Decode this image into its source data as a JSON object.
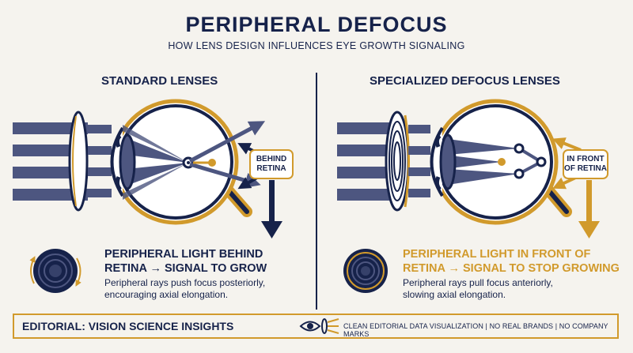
{
  "header": {
    "title": "PERIPHERAL DEFOCUS",
    "subtitle": "HOW LENS DESIGN INFLUENCES EYE GROWTH SIGNALING"
  },
  "left_panel": {
    "heading": "STANDARD LENSES",
    "callout_line1": "BEHIND",
    "callout_line2": "RETINA",
    "headline_line1": "PERIPHERAL LIGHT BEHIND",
    "headline_line2": "RETINA → SIGNAL TO GROW",
    "desc_line1": "Peripheral rays push focus posteriorly,",
    "desc_line2": "encouraging axial elongation."
  },
  "right_panel": {
    "heading": "SPECIALIZED DEFOCUS LENSES",
    "callout_line1": "IN FRONT",
    "callout_line2": "OF RETINA",
    "headline_line1": "PERIPHERAL LIGHT IN FRONT OF",
    "headline_line2": "RETINA → SIGNAL TO STOP GROWING",
    "desc_line1": "Peripheral rays pull focus anteriorly,",
    "desc_line2": "slowing axial elongation."
  },
  "footer": {
    "title": "EDITORIAL: VISION SCIENCE INSIGHTS",
    "note": "CLEAN EDITORIAL DATA VISUALIZATION | NO REAL BRANDS | NO COMPANY MARKS"
  },
  "colors": {
    "navy": "#16224a",
    "gold": "#d19a2c",
    "beam": "#4d5680",
    "background": "#f5f3ee"
  },
  "icons": [
    "eye-diagram",
    "lens-icon",
    "arrow-down-icon",
    "eye-lens-footer-icon"
  ]
}
